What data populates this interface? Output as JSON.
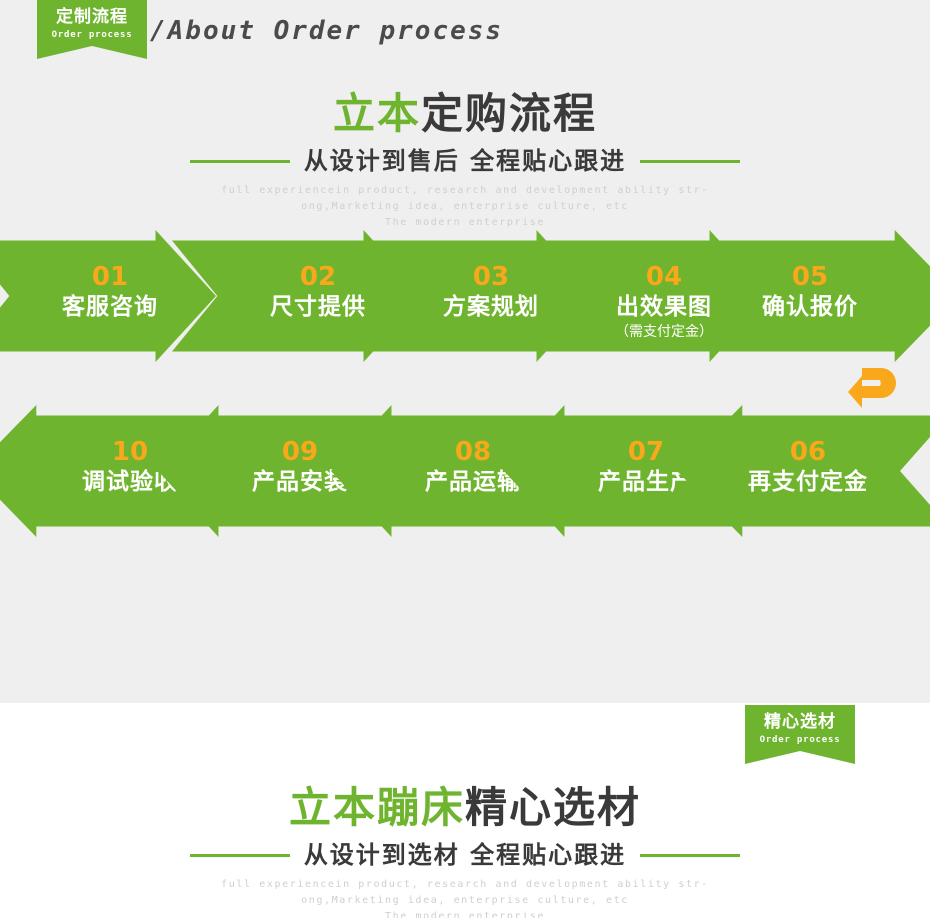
{
  "colors": {
    "green": "#6fb42e",
    "orange": "#f9a81b",
    "panel_gray": "#efefef",
    "title_dark": "#3a3a3a",
    "eng_gray": "#cfcfcf"
  },
  "header": {
    "badge": {
      "cn": "定制流程",
      "en": "Order process"
    },
    "strip_title": "/About Order process"
  },
  "section_top": {
    "title_accent": "立本",
    "title_rest": "定购流程",
    "subtitle": "从设计到售后 全程贴心跟进",
    "eng_lines": [
      "full experiencein product, research and development ability str-",
      "ong,Marketing idea, enterprise culture, etc",
      "The modern enterprise"
    ]
  },
  "flow": {
    "row1": [
      {
        "num": "01",
        "label": "客服咨询",
        "sublabel": ""
      },
      {
        "num": "02",
        "label": "尺寸提供",
        "sublabel": ""
      },
      {
        "num": "03",
        "label": "方案规划",
        "sublabel": ""
      },
      {
        "num": "04",
        "label": "出效果图",
        "sublabel": "（需支付定金）"
      },
      {
        "num": "05",
        "label": "确认报价",
        "sublabel": ""
      }
    ],
    "row2": [
      {
        "num": "10",
        "label": "调试验收",
        "sublabel": ""
      },
      {
        "num": "09",
        "label": "产品安装",
        "sublabel": ""
      },
      {
        "num": "08",
        "label": "产品运输",
        "sublabel": ""
      },
      {
        "num": "07",
        "label": "产品生产",
        "sublabel": ""
      },
      {
        "num": "06",
        "label": "再支付定金",
        "sublabel": ""
      }
    ],
    "connector_icon": "u-turn-arrow-icon"
  },
  "section_bottom": {
    "badge": {
      "cn": "精心选材",
      "en": "Order process"
    },
    "title_accent": "立本蹦床",
    "title_rest": "精心选材",
    "subtitle": "从设计到选材 全程贴心跟进",
    "eng_lines": [
      "full experiencein product, research and development ability str-",
      "ong,Marketing idea, enterprise culture, etc",
      "The modern enterprise"
    ]
  }
}
